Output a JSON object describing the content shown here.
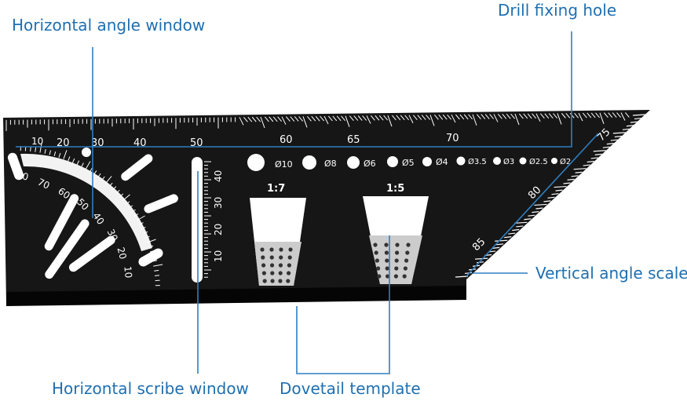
{
  "callouts": {
    "horizontal_angle_window": "Horizontal angle window",
    "drill_fixing_hole": "Drill fixing hole",
    "vertical_angle_scale": "Vertical angle scale",
    "horizontal_scribe_window": "Horizontal scribe window",
    "dovetail_template": "Dovetail template"
  },
  "top_scale_numbers": [
    "10",
    "20",
    "30",
    "40",
    "50",
    "60",
    "65",
    "70",
    "75"
  ],
  "diagonal_scale_numbers": [
    "80",
    "85"
  ],
  "protractor_numbers": [
    "80",
    "70",
    "60",
    "50",
    "40",
    "30",
    "20",
    "10"
  ],
  "scribe_window_numbers": [
    "40",
    "30",
    "20",
    "10"
  ],
  "hole_labels": [
    "Ø10",
    "Ø8",
    "Ø6",
    "Ø5",
    "Ø4",
    "Ø3.5",
    "Ø3",
    "Ø2.5",
    "Ø2"
  ],
  "dovetail_ratios": [
    "1:7",
    "1:5"
  ],
  "colors": {
    "callout_text": "#1f6fb0",
    "leader_line": "#2f7fc1",
    "tool_body": "#161616",
    "engraving": "#ffffff"
  }
}
